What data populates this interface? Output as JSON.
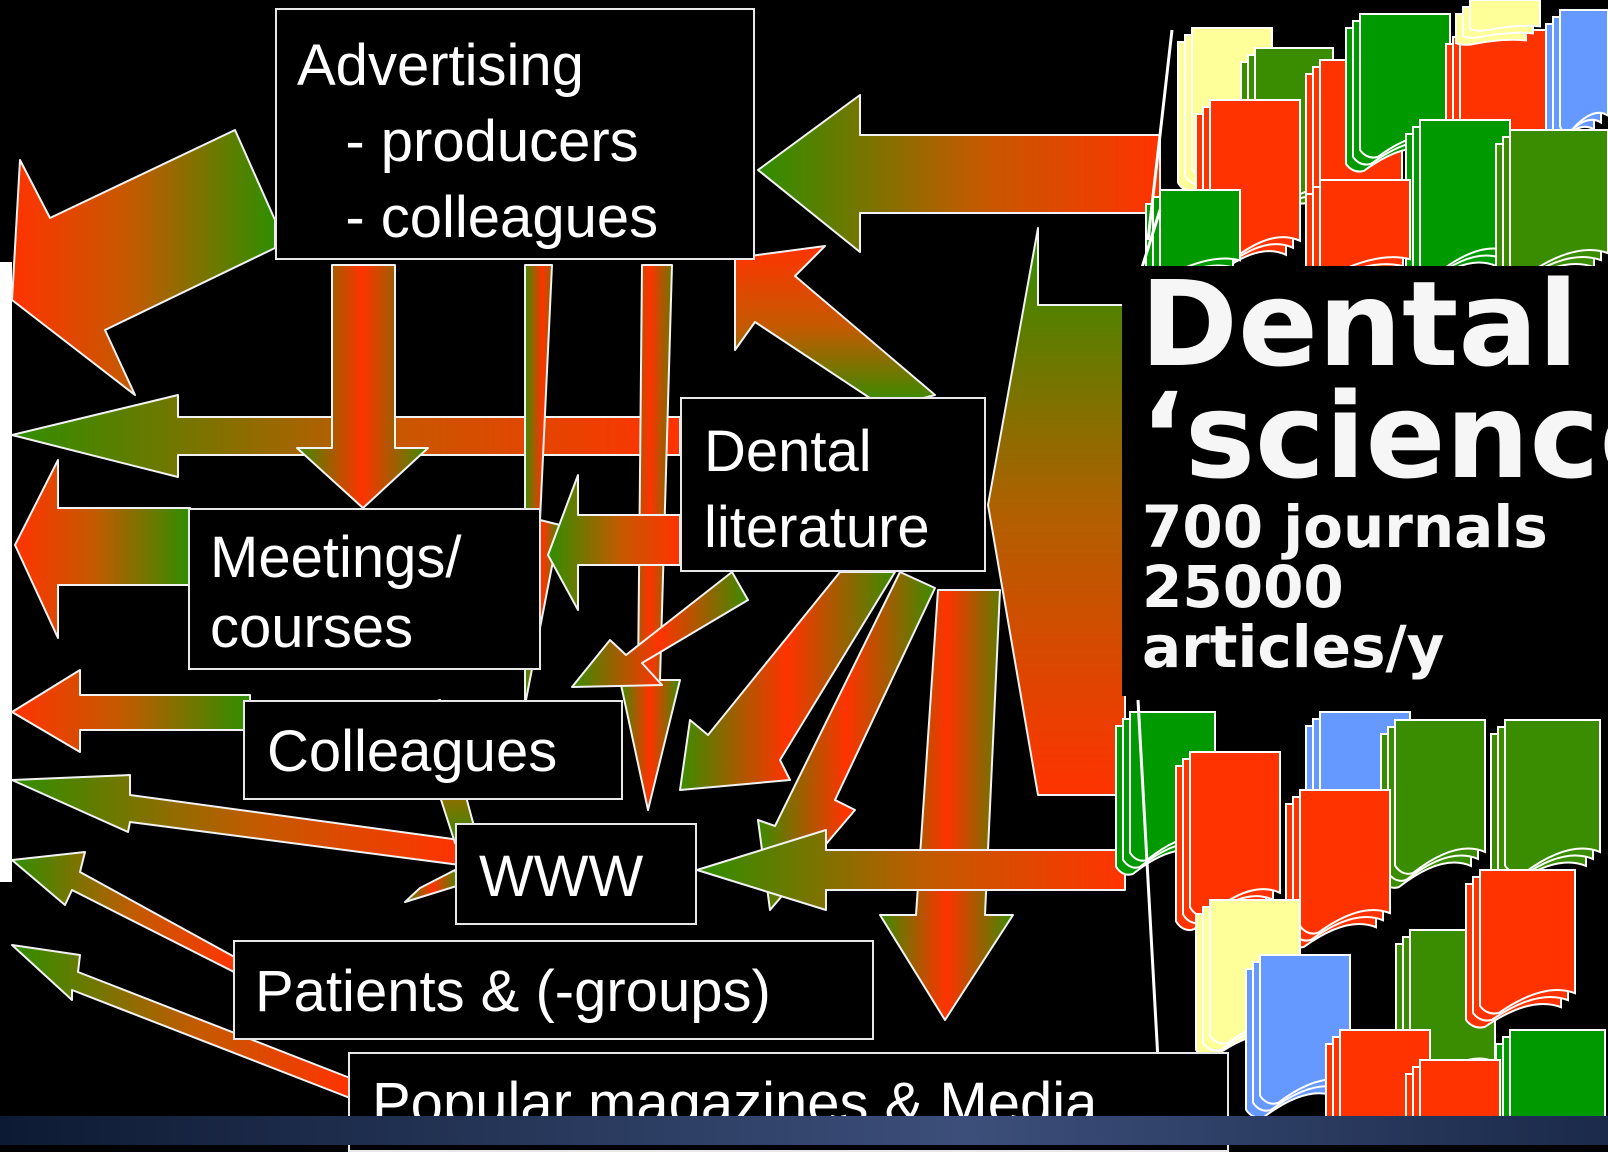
{
  "colors": {
    "background": "#000000",
    "arrow_red": "#ff3a00",
    "arrow_green": "#3a8c00",
    "journal_blue": "#6699ff",
    "journal_yellow": "#ffff99",
    "journal_green": "#009900",
    "journal_red": "#ff3300"
  },
  "nodes": {
    "advertising": {
      "lines": [
        "Advertising",
        "   - producers",
        "   - colleagues"
      ]
    },
    "dental_literature": {
      "lines": [
        "Dental",
        "literature"
      ]
    },
    "meetings": {
      "lines": [
        "Meetings/",
        "courses"
      ]
    },
    "colleagues": {
      "label": "Colleagues"
    },
    "www": {
      "label": "WWW"
    },
    "patients": {
      "label": "Patients & (-groups)"
    },
    "popular": {
      "label": "Popular magazines & Media"
    }
  },
  "science": {
    "title_lines": [
      "Dental",
      "‘science"
    ],
    "journals": "700 journals",
    "articles_count": "25000",
    "articles_unit": "articles/y"
  }
}
